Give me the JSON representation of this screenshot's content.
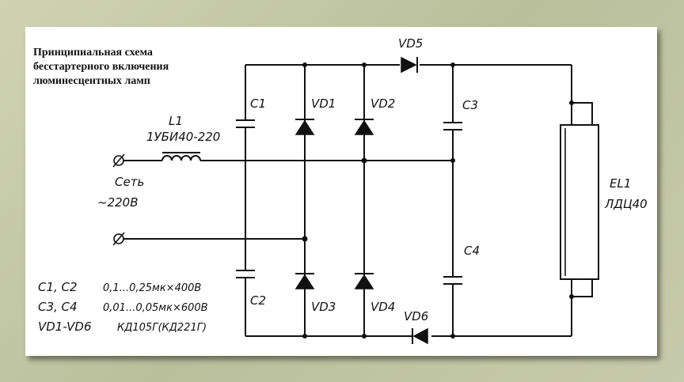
{
  "title": {
    "line1": "Принципиальная схема",
    "line2": "бесстартерного включения",
    "line3": "люминесцентных ламп"
  },
  "components": {
    "L1": "L1",
    "L1_type": "1УБИ40-220",
    "C1": "C1",
    "C2": "C2",
    "C3": "C3",
    "C4": "C4",
    "VD1": "VD1",
    "VD2": "VD2",
    "VD3": "VD3",
    "VD4": "VD4",
    "VD5": "VD5",
    "VD6": "VD6",
    "EL1": "EL1",
    "EL1_type": "ЛДЦ40"
  },
  "mains": {
    "label": "Сеть",
    "voltage": "~220В"
  },
  "specs": [
    {
      "ref": "C1, C2",
      "value": "0,1...0,25мк×400В"
    },
    {
      "ref": "C3, C4",
      "value": "0,01...0,05мк×600В"
    },
    {
      "ref": "VD1-VD6",
      "value": "КД105Г(КД221Г)"
    }
  ]
}
